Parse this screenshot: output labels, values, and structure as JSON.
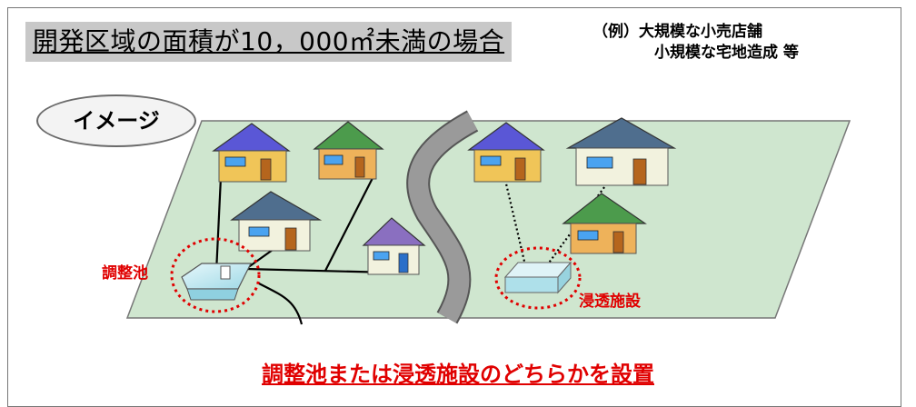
{
  "title": "開発区域の面積が10，000㎡未満の場合",
  "example": {
    "line1": "（例）大規模な小売店舗",
    "line2": "小規模な宅地造成 等"
  },
  "image_label": "イメージ",
  "labels": {
    "pond": "調整池",
    "infiltration": "浸透施設"
  },
  "conclusion": "調整池または浸透施設のどちらかを設置",
  "colors": {
    "ground": "#cfe6cf",
    "road": "#8a8a8a",
    "highlight_red": "#e00000",
    "roof_blue": "#5a57d6",
    "roof_green": "#4c9b4c",
    "roof_slate": "#4f6e8e",
    "roof_purple": "#8a6fc0",
    "wall_yellow": "#f0c558",
    "wall_orange": "#eeb25a",
    "wall_cream": "#f2f2de",
    "water": "#bfe8f0"
  }
}
